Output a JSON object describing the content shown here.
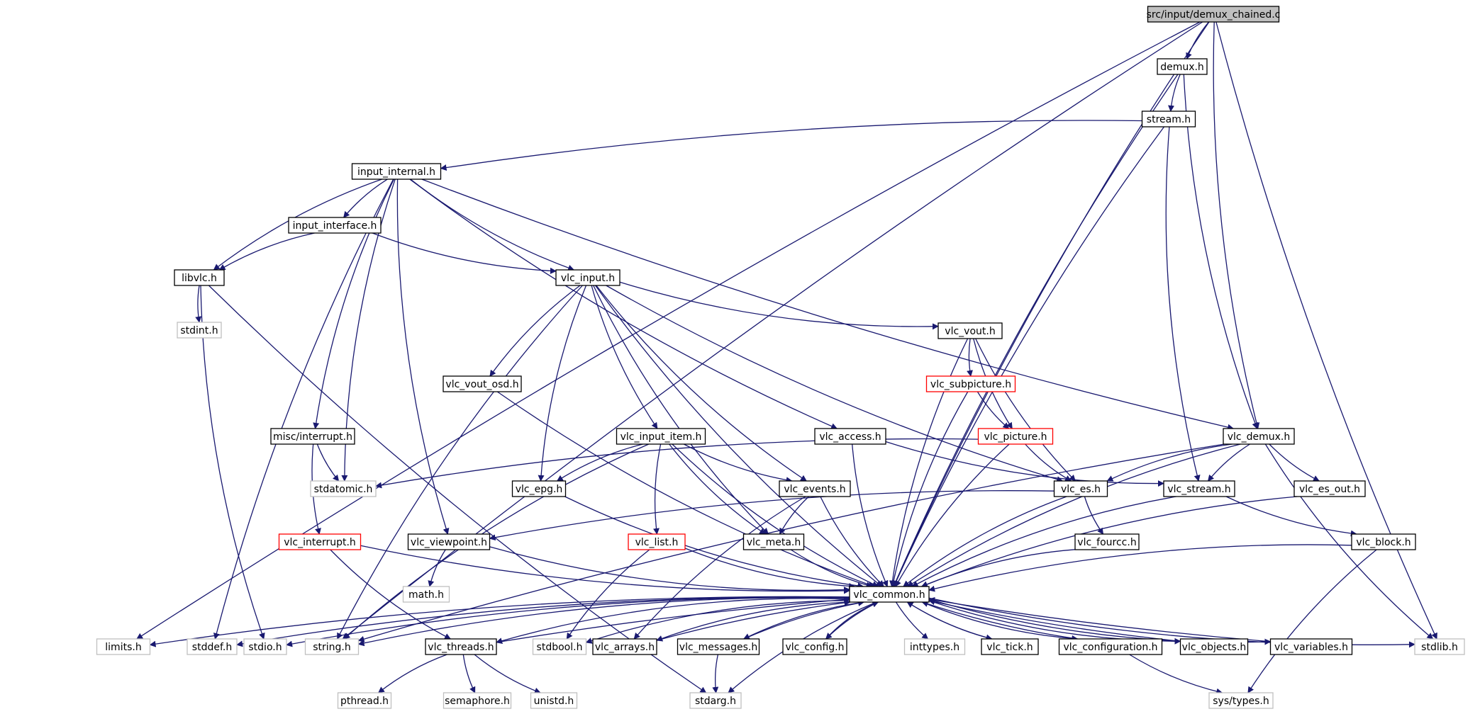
{
  "graph": {
    "colors": {
      "edge": "#191970",
      "node_border_file": "#000000",
      "node_border_undocumented": "#ff0000",
      "node_border_system": "#bfbfbf",
      "node_fill_root": "#bfbfbf",
      "node_fill": "#ffffff"
    },
    "nodes": [
      {
        "id": "root",
        "label": "src/input/demux_chained.c",
        "kind": "root"
      },
      {
        "id": "demux",
        "label": "demux.h",
        "kind": "file"
      },
      {
        "id": "stream",
        "label": "stream.h",
        "kind": "file"
      },
      {
        "id": "input_internal",
        "label": "input_internal.h",
        "kind": "file"
      },
      {
        "id": "input_interface",
        "label": "input_interface.h",
        "kind": "file"
      },
      {
        "id": "libvlc",
        "label": "libvlc.h",
        "kind": "file"
      },
      {
        "id": "stdint",
        "label": "stdint.h",
        "kind": "system"
      },
      {
        "id": "vlc_input",
        "label": "vlc_input.h",
        "kind": "file"
      },
      {
        "id": "vlc_vout",
        "label": "vlc_vout.h",
        "kind": "file"
      },
      {
        "id": "vlc_subpicture",
        "label": "vlc_subpicture.h",
        "kind": "undocumented"
      },
      {
        "id": "vlc_vout_osd",
        "label": "vlc_vout_osd.h",
        "kind": "file"
      },
      {
        "id": "misc_interrupt",
        "label": "misc/interrupt.h",
        "kind": "file"
      },
      {
        "id": "vlc_input_item",
        "label": "vlc_input_item.h",
        "kind": "file"
      },
      {
        "id": "vlc_access",
        "label": "vlc_access.h",
        "kind": "file"
      },
      {
        "id": "vlc_picture",
        "label": "vlc_picture.h",
        "kind": "undocumented"
      },
      {
        "id": "vlc_demux",
        "label": "vlc_demux.h",
        "kind": "file"
      },
      {
        "id": "stdatomic",
        "label": "stdatomic.h",
        "kind": "system"
      },
      {
        "id": "vlc_epg",
        "label": "vlc_epg.h",
        "kind": "file"
      },
      {
        "id": "vlc_events",
        "label": "vlc_events.h",
        "kind": "file"
      },
      {
        "id": "vlc_es",
        "label": "vlc_es.h",
        "kind": "file"
      },
      {
        "id": "vlc_stream",
        "label": "vlc_stream.h",
        "kind": "file"
      },
      {
        "id": "vlc_es_out",
        "label": "vlc_es_out.h",
        "kind": "file"
      },
      {
        "id": "vlc_interrupt",
        "label": "vlc_interrupt.h",
        "kind": "undocumented"
      },
      {
        "id": "vlc_viewpoint",
        "label": "vlc_viewpoint.h",
        "kind": "file"
      },
      {
        "id": "vlc_list",
        "label": "vlc_list.h",
        "kind": "undocumented"
      },
      {
        "id": "vlc_meta",
        "label": "vlc_meta.h",
        "kind": "file"
      },
      {
        "id": "vlc_fourcc",
        "label": "vlc_fourcc.h",
        "kind": "file"
      },
      {
        "id": "vlc_block",
        "label": "vlc_block.h",
        "kind": "file"
      },
      {
        "id": "math",
        "label": "math.h",
        "kind": "system"
      },
      {
        "id": "vlc_common",
        "label": "vlc_common.h",
        "kind": "file"
      },
      {
        "id": "limits",
        "label": "limits.h",
        "kind": "system"
      },
      {
        "id": "stddef",
        "label": "stddef.h",
        "kind": "system"
      },
      {
        "id": "stdio",
        "label": "stdio.h",
        "kind": "system"
      },
      {
        "id": "string",
        "label": "string.h",
        "kind": "system"
      },
      {
        "id": "vlc_threads",
        "label": "vlc_threads.h",
        "kind": "file"
      },
      {
        "id": "stdbool",
        "label": "stdbool.h",
        "kind": "system"
      },
      {
        "id": "vlc_arrays",
        "label": "vlc_arrays.h",
        "kind": "file"
      },
      {
        "id": "vlc_messages",
        "label": "vlc_messages.h",
        "kind": "file"
      },
      {
        "id": "vlc_config",
        "label": "vlc_config.h",
        "kind": "file"
      },
      {
        "id": "inttypes",
        "label": "inttypes.h",
        "kind": "system"
      },
      {
        "id": "vlc_tick",
        "label": "vlc_tick.h",
        "kind": "file"
      },
      {
        "id": "vlc_configuration",
        "label": "vlc_configuration.h",
        "kind": "file"
      },
      {
        "id": "vlc_objects",
        "label": "vlc_objects.h",
        "kind": "file"
      },
      {
        "id": "vlc_variables",
        "label": "vlc_variables.h",
        "kind": "file"
      },
      {
        "id": "stdlib",
        "label": "stdlib.h",
        "kind": "system"
      },
      {
        "id": "pthread",
        "label": "pthread.h",
        "kind": "system"
      },
      {
        "id": "semaphore",
        "label": "semaphore.h",
        "kind": "system"
      },
      {
        "id": "unistd",
        "label": "unistd.h",
        "kind": "system"
      },
      {
        "id": "stdarg",
        "label": "stdarg.h",
        "kind": "system"
      },
      {
        "id": "sys_types",
        "label": "sys/types.h",
        "kind": "system"
      }
    ],
    "edges": [
      [
        "root",
        "demux"
      ],
      [
        "root",
        "vlc_demux"
      ],
      [
        "root",
        "vlc_common"
      ],
      [
        "root",
        "stdlib"
      ],
      [
        "root",
        "limits"
      ],
      [
        "root",
        "string"
      ],
      [
        "demux",
        "stream"
      ],
      [
        "demux",
        "vlc_demux"
      ],
      [
        "demux",
        "vlc_common"
      ],
      [
        "stream",
        "input_internal"
      ],
      [
        "stream",
        "vlc_common"
      ],
      [
        "stream",
        "vlc_stream"
      ],
      [
        "input_internal",
        "input_interface"
      ],
      [
        "input_internal",
        "libvlc"
      ],
      [
        "input_internal",
        "vlc_input"
      ],
      [
        "input_internal",
        "misc_interrupt"
      ],
      [
        "input_internal",
        "vlc_viewpoint"
      ],
      [
        "input_internal",
        "vlc_access"
      ],
      [
        "input_internal",
        "vlc_demux"
      ],
      [
        "input_internal",
        "stdatomic"
      ],
      [
        "input_internal",
        "stddef"
      ],
      [
        "input_interface",
        "libvlc"
      ],
      [
        "input_interface",
        "vlc_input"
      ],
      [
        "libvlc",
        "stdint"
      ],
      [
        "libvlc",
        "stdio"
      ],
      [
        "libvlc",
        "stdarg"
      ],
      [
        "vlc_input",
        "vlc_vout"
      ],
      [
        "vlc_input",
        "vlc_vout_osd"
      ],
      [
        "vlc_input",
        "vlc_input_item"
      ],
      [
        "vlc_input",
        "vlc_epg"
      ],
      [
        "vlc_input",
        "vlc_events"
      ],
      [
        "vlc_input",
        "vlc_meta"
      ],
      [
        "vlc_input",
        "vlc_es"
      ],
      [
        "vlc_input",
        "vlc_common"
      ],
      [
        "vlc_input",
        "string"
      ],
      [
        "vlc_vout",
        "vlc_subpicture"
      ],
      [
        "vlc_vout",
        "vlc_picture"
      ],
      [
        "vlc_vout",
        "vlc_es"
      ],
      [
        "vlc_vout",
        "vlc_common"
      ],
      [
        "vlc_subpicture",
        "vlc_picture"
      ],
      [
        "vlc_subpicture",
        "vlc_common"
      ],
      [
        "vlc_picture",
        "vlc_es"
      ],
      [
        "vlc_picture",
        "stdatomic"
      ],
      [
        "vlc_picture",
        "vlc_common"
      ],
      [
        "vlc_vout_osd",
        "vlc_common"
      ],
      [
        "misc_interrupt",
        "stdatomic"
      ],
      [
        "misc_interrupt",
        "vlc_interrupt"
      ],
      [
        "vlc_input_item",
        "vlc_epg"
      ],
      [
        "vlc_input_item",
        "vlc_events"
      ],
      [
        "vlc_input_item",
        "vlc_list"
      ],
      [
        "vlc_input_item",
        "vlc_meta"
      ],
      [
        "vlc_input_item",
        "vlc_common"
      ],
      [
        "vlc_input_item",
        "string"
      ],
      [
        "vlc_access",
        "vlc_stream"
      ],
      [
        "vlc_access",
        "vlc_common"
      ],
      [
        "vlc_demux",
        "vlc_es"
      ],
      [
        "vlc_demux",
        "vlc_stream"
      ],
      [
        "vlc_demux",
        "vlc_es_out"
      ],
      [
        "vlc_demux",
        "vlc_common"
      ],
      [
        "vlc_demux",
        "stdlib"
      ],
      [
        "vlc_demux",
        "string"
      ],
      [
        "vlc_epg",
        "vlc_common"
      ],
      [
        "vlc_events",
        "vlc_meta"
      ],
      [
        "vlc_events",
        "vlc_common"
      ],
      [
        "vlc_events",
        "vlc_arrays"
      ],
      [
        "vlc_es",
        "vlc_fourcc"
      ],
      [
        "vlc_es",
        "vlc_viewpoint"
      ],
      [
        "vlc_es",
        "vlc_common"
      ],
      [
        "vlc_stream",
        "vlc_block"
      ],
      [
        "vlc_stream",
        "vlc_common"
      ],
      [
        "vlc_es_out",
        "vlc_common"
      ],
      [
        "vlc_interrupt",
        "vlc_common"
      ],
      [
        "vlc_interrupt",
        "vlc_threads"
      ],
      [
        "vlc_viewpoint",
        "math"
      ],
      [
        "vlc_viewpoint",
        "vlc_common"
      ],
      [
        "vlc_list",
        "vlc_common"
      ],
      [
        "vlc_list",
        "stdbool"
      ],
      [
        "vlc_meta",
        "vlc_common"
      ],
      [
        "vlc_fourcc",
        "vlc_common"
      ],
      [
        "vlc_block",
        "vlc_common"
      ],
      [
        "vlc_block",
        "sys_types"
      ],
      [
        "vlc_common",
        "limits"
      ],
      [
        "vlc_common",
        "stddef"
      ],
      [
        "vlc_common",
        "stdio"
      ],
      [
        "vlc_common",
        "string"
      ],
      [
        "vlc_common",
        "vlc_threads"
      ],
      [
        "vlc_common",
        "stdbool"
      ],
      [
        "vlc_common",
        "vlc_arrays"
      ],
      [
        "vlc_common",
        "vlc_messages"
      ],
      [
        "vlc_common",
        "vlc_config"
      ],
      [
        "vlc_common",
        "inttypes"
      ],
      [
        "vlc_common",
        "vlc_tick"
      ],
      [
        "vlc_common",
        "vlc_configuration"
      ],
      [
        "vlc_common",
        "vlc_objects"
      ],
      [
        "vlc_common",
        "vlc_variables"
      ],
      [
        "vlc_common",
        "stdlib"
      ],
      [
        "vlc_common",
        "stdarg"
      ],
      [
        "vlc_threads",
        "vlc_common"
      ],
      [
        "vlc_threads",
        "pthread"
      ],
      [
        "vlc_threads",
        "semaphore"
      ],
      [
        "vlc_threads",
        "unistd"
      ],
      [
        "vlc_arrays",
        "vlc_common"
      ],
      [
        "vlc_messages",
        "vlc_common"
      ],
      [
        "vlc_messages",
        "stdarg"
      ],
      [
        "vlc_config",
        "vlc_common"
      ],
      [
        "vlc_tick",
        "vlc_common"
      ],
      [
        "vlc_configuration",
        "vlc_common"
      ],
      [
        "vlc_configuration",
        "sys_types"
      ],
      [
        "vlc_objects",
        "vlc_common"
      ],
      [
        "vlc_variables",
        "vlc_common"
      ]
    ]
  }
}
